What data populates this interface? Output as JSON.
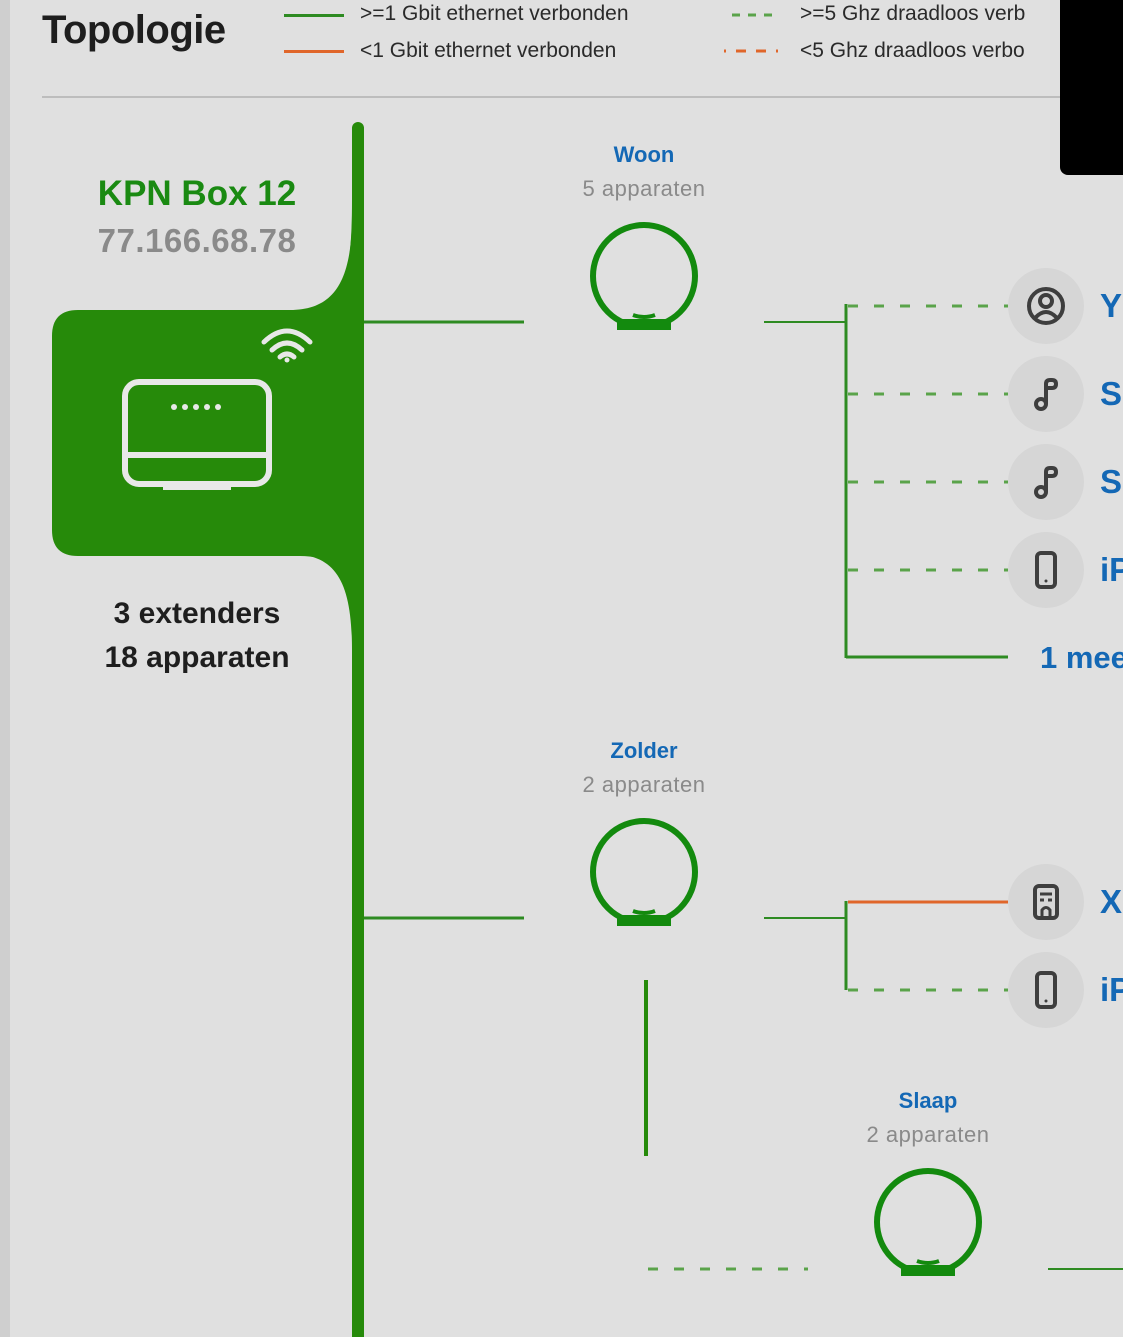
{
  "header": {
    "title": "Topologie",
    "legend": [
      {
        "label": ">=1 Gbit ethernet verbonden",
        "style": "solid",
        "color": "#2e8b22"
      },
      {
        "label": "<1 Gbit ethernet verbonden",
        "style": "solid",
        "color": "#e0662a"
      },
      {
        "label": ">=5 Ghz draadloos verb",
        "style": "dashed",
        "color": "#5aa34a"
      },
      {
        "label": "<5 Ghz draadloos verbo",
        "style": "dashed",
        "color": "#e0662a"
      }
    ]
  },
  "colors": {
    "trunk": "#268a0a",
    "extender": "#138a0e",
    "link_blue": "#1468b5",
    "ethernet_fast": "#2e8b22",
    "ethernet_slow": "#e0662a",
    "wireless_fast": "#5aa34a"
  },
  "router": {
    "name": "KPN Box 12",
    "ip": "77.166.68.78",
    "icon": "router-icon",
    "wifi_icon": "wifi-icon",
    "summary_extenders": "3 extenders",
    "summary_devices": "18 apparaten"
  },
  "extenders": [
    {
      "name": "Woon",
      "count": "5 apparaten",
      "icon": "extender-icon",
      "devices": [
        {
          "icon": "user-icon",
          "label": "Y",
          "connection": "wireless_fast"
        },
        {
          "icon": "music-note-icon",
          "label": "S",
          "connection": "wireless_fast"
        },
        {
          "icon": "music-note-icon",
          "label": "S",
          "connection": "wireless_fast"
        },
        {
          "icon": "smartphone-icon",
          "label": "iP",
          "connection": "wireless_fast"
        }
      ],
      "more_label": "1 mee"
    },
    {
      "name": "Zolder",
      "count": "2 apparaten",
      "icon": "extender-icon",
      "devices": [
        {
          "icon": "console-icon",
          "label": "X",
          "connection": "ethernet_slow"
        },
        {
          "icon": "smartphone-icon",
          "label": "iP",
          "connection": "wireless_fast"
        }
      ]
    },
    {
      "name": "Slaap",
      "count": "2 apparaten",
      "icon": "extender-icon",
      "devices": []
    }
  ]
}
